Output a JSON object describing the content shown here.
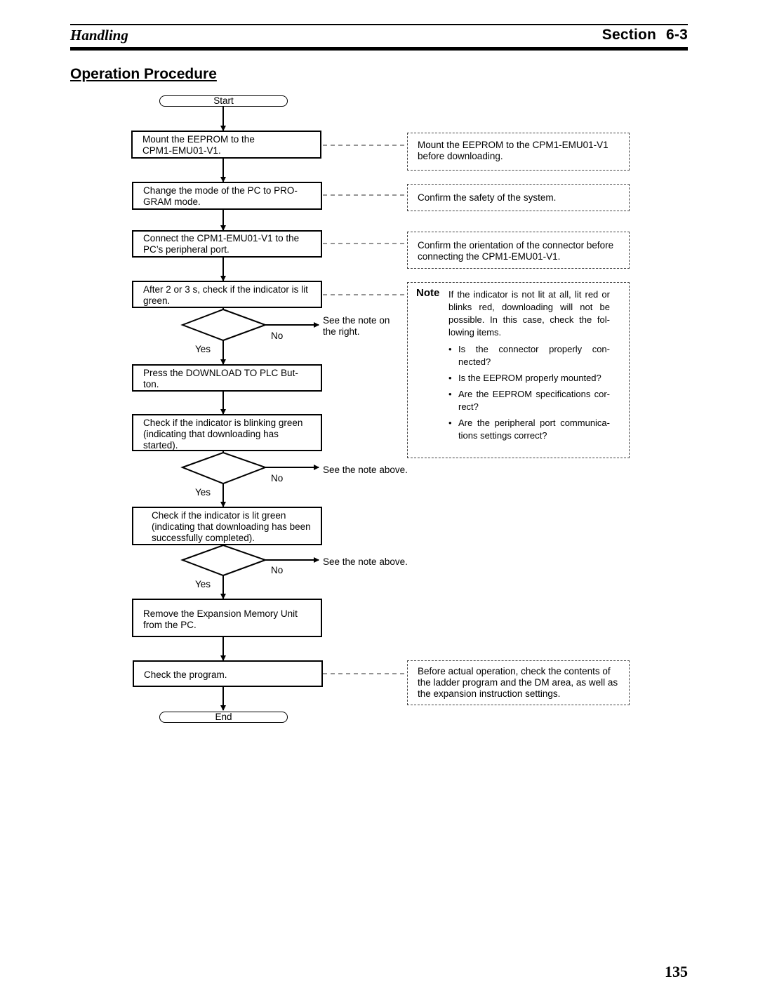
{
  "header": {
    "left_title": "Handling",
    "section_label": "Section",
    "section_number": "6-3"
  },
  "page_title": "Operation Procedure",
  "flow": {
    "start": "Start",
    "end": "End",
    "steps": [
      "Mount the EEPROM to the CPM1-EMU01-V1.",
      "Change the mode of the PC to PRO-GRAM mode.",
      "Connect the CPM1-EMU01-V1 to the PC’s peripheral port.",
      "After 2 or 3 s, check if the indicator is lit green.",
      "Press the DOWNLOAD TO PLC But-ton.",
      "Check if the indicator is blinking green (indicating that downloading has started).",
      "Check if the indicator is lit green (indicating that downloading has been successfully completed).",
      "Remove the Expansion Memory Unit from the PC.",
      "Check the program."
    ],
    "decision_yes": "Yes",
    "decision_no": "No",
    "no_targets": [
      "See the note on the right.",
      "See the note above.",
      "See the note above."
    ]
  },
  "side_notes": [
    "Mount the EEPROM to the CPM1-EMU01-V1 before downloading.",
    "Confirm the safety of the system.",
    "Confirm the orientation of the connector before connecting the CPM1-EMU01-V1.",
    "Before actual operation, check the contents of the ladder program and the DM area, as well as the expansion instruction settings."
  ],
  "note": {
    "label": "Note",
    "text": "If the indicator is not lit at all, lit red or blinks red, downloading will not be possible. In this case, check the fol-lowing items.",
    "bullet_glyph": "•",
    "items": [
      "Is the connector properly con-nected?",
      "Is the EEPROM properly mounted?",
      "Are the EEPROM specifications cor-rect?",
      "Are the peripheral port communica-tions settings correct?"
    ]
  },
  "page_number": "135"
}
